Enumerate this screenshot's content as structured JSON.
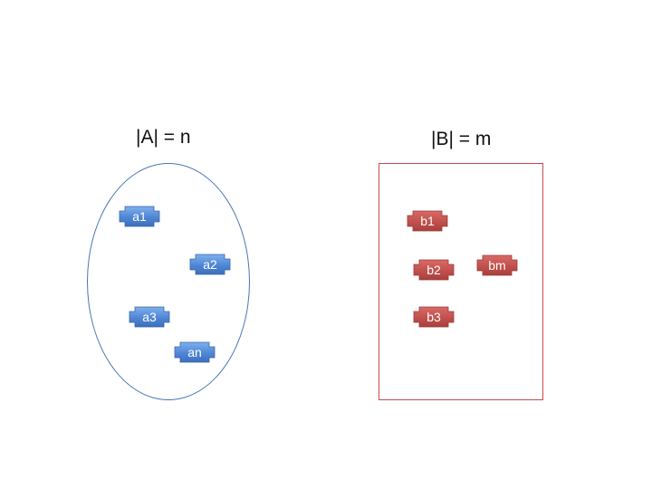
{
  "set_a": {
    "title": "|A| = n",
    "shape": "ellipse",
    "color": "#4a74b4",
    "element_fill": "#5a8fd6",
    "elements": [
      "a1",
      "a2",
      "a3",
      "an"
    ]
  },
  "set_b": {
    "title": "|B| = m",
    "shape": "rectangle",
    "color": "#c94a4a",
    "element_fill": "#c0504d",
    "elements": [
      "b1",
      "b2",
      "bm",
      "b3"
    ]
  }
}
